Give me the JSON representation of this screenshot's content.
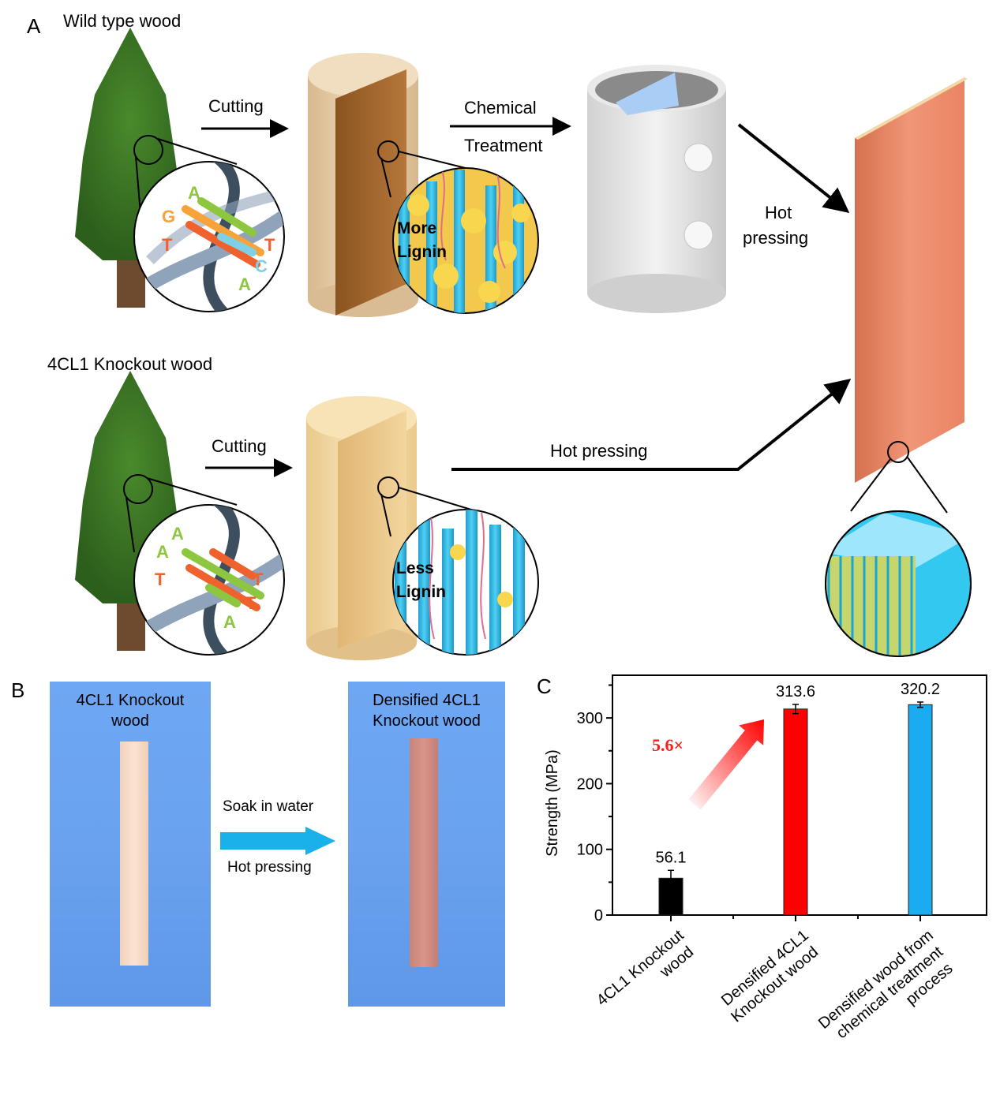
{
  "panel_a": {
    "letter": "A",
    "wild_title": "Wild type wood",
    "knockout_title": "4CL1 Knockout wood",
    "cutting_top": "Cutting",
    "cutting_bottom": "Cutting",
    "chemical_line1": "Chemical",
    "chemical_line2": "Treatment",
    "hot_pressing_top_line1": "Hot",
    "hot_pressing_top_line2": "pressing",
    "hot_pressing_bottom": "Hot pressing",
    "more_lignin_line1": "More",
    "more_lignin_line2": "Lignin",
    "less_lignin_line1": "Less",
    "less_lignin_line2": "Lignin",
    "dna_wild_letters": [
      "A",
      "G",
      "T",
      "T",
      "C",
      "A"
    ],
    "dna_knockout_letters": [
      "A",
      "A",
      "T",
      "T",
      "T",
      "A"
    ],
    "colors": {
      "A": "#8dc63f",
      "G": "#f7a33a",
      "T": "#f0622d",
      "C": "#7dd0e6"
    }
  },
  "panel_b": {
    "letter": "B",
    "left_caption_line1": "4CL1 Knockout",
    "left_caption_line2": "wood",
    "right_caption_line1": "Densified 4CL1",
    "right_caption_line2": "Knockout wood",
    "arrow_top": "Soak in water",
    "arrow_bottom": "Hot pressing",
    "arrow_color": "#1ab0ea"
  },
  "chart_data": {
    "type": "bar",
    "panel_letter": "C",
    "title": "",
    "xlabel": "",
    "ylabel": "Strength (MPa)",
    "ylim": [
      0,
      365
    ],
    "yticks": [
      0,
      100,
      200,
      300
    ],
    "ytick_labels": [
      "0",
      "100",
      "200",
      "300"
    ],
    "minor_ticks": [
      50,
      150,
      250,
      350
    ],
    "grid": false,
    "categories": [
      [
        "4CL1 Knockout",
        "wood"
      ],
      [
        "Densified 4CL1",
        "Knockout wood"
      ],
      [
        "Densified  wood from",
        "chemical treatment",
        "process"
      ]
    ],
    "values": [
      56.1,
      313.6,
      320.2
    ],
    "errors": [
      12,
      7,
      4
    ],
    "data_labels": [
      "56.1",
      "313.6",
      "320.2"
    ],
    "colors": [
      "#000000",
      "#ff0000",
      "#1aabf0"
    ],
    "annotation": {
      "text": "5.6×",
      "color": "#ff1a1a"
    }
  }
}
